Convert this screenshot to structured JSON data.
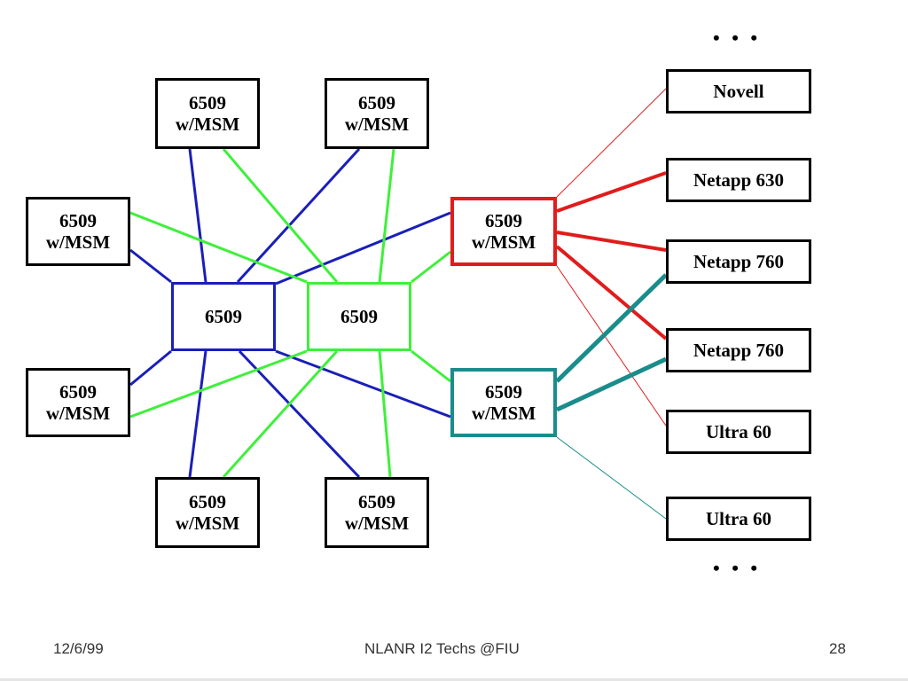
{
  "diagram": {
    "colors": {
      "blue": "#1a1fb8",
      "green": "#3ef03a",
      "red": "#e01c1c",
      "teal": "#1a8c8c",
      "border_default": "#000000"
    },
    "nodes": {
      "top_left": {
        "line1": "6509",
        "line2": "w/MSM"
      },
      "top_right": {
        "line1": "6509",
        "line2": "w/MSM"
      },
      "mid_left_upper": {
        "line1": "6509",
        "line2": "w/MSM"
      },
      "mid_left_lower": {
        "line1": "6509",
        "line2": "w/MSM"
      },
      "bottom_left": {
        "line1": "6509",
        "line2": "w/MSM"
      },
      "bottom_right": {
        "line1": "6509",
        "line2": "w/MSM"
      },
      "core_blue": {
        "label": "6509"
      },
      "core_green": {
        "label": "6509"
      },
      "red_switch": {
        "line1": "6509",
        "line2": "w/MSM"
      },
      "teal_switch": {
        "line1": "6509",
        "line2": "w/MSM"
      }
    },
    "servers": {
      "novell": "Novell",
      "netapp630": "Netapp 630",
      "netapp760a": "Netapp 760",
      "netapp760b": "Netapp 760",
      "ultra60a": "Ultra 60",
      "ultra60b": "Ultra 60"
    },
    "ellipsis_top": "• • •",
    "ellipsis_bottom": "• • •"
  },
  "footer": {
    "date": "12/6/99",
    "title": "NLANR I2 Techs @FIU",
    "page": "28"
  }
}
